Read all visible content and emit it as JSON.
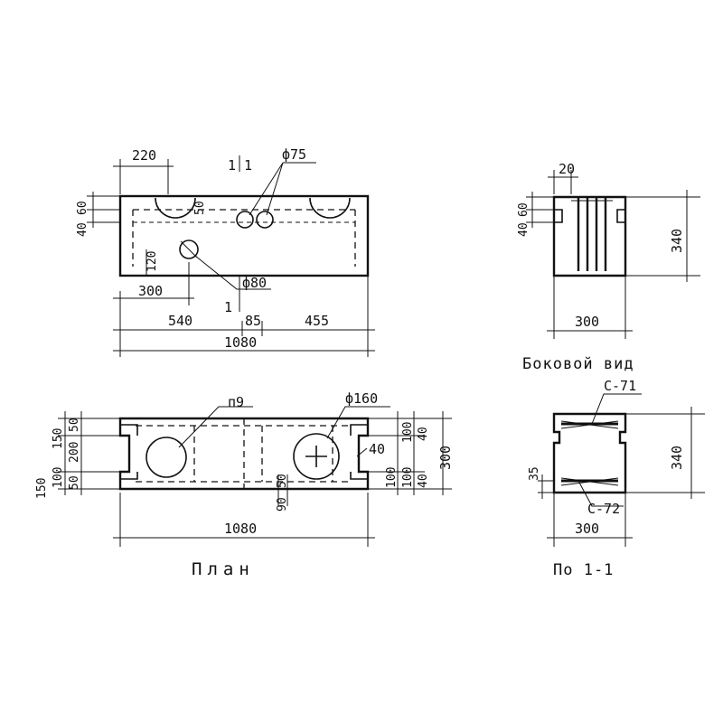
{
  "front_view": {
    "dim_220": "220",
    "section_mark_top": "1 1",
    "dia_75": "ф75",
    "dim_50": "50",
    "dim_40": "40",
    "dim_60": "60",
    "dim_120": "120",
    "dia_80": "ф80",
    "section_mark_bottom": "1",
    "dim_300": "300",
    "dim_540": "540",
    "dim_85": "85",
    "dim_455": "455",
    "dim_1080": "1080"
  },
  "side_view": {
    "dim_20": "20",
    "dim_40": "40",
    "dim_60": "60",
    "dim_340": "340",
    "dim_300": "300",
    "caption": "Боковой вид"
  },
  "plan_view": {
    "hole_label": "п9",
    "dia_160": "ф160",
    "dim_50_l": "50",
    "dim_150_l": "150",
    "dim_150_ll": "150",
    "dim_200_l": "200",
    "dim_100_l": "100",
    "dim_50_lb": "50",
    "dim_40": "40",
    "dim_100_r1": "100",
    "dim_40_r": "40",
    "dim_100_r2": "100",
    "dim_100_r3": "100",
    "dim_40_r2": "40",
    "dim_300": "300",
    "dim_50_b": "50",
    "dim_90_b": "90",
    "dim_1080": "1080",
    "caption": "План"
  },
  "section_view": {
    "bar_top": "С-71",
    "bar_bottom": "С-72",
    "dim_35": "35",
    "dim_340": "340",
    "dim_300": "300",
    "caption": "По 1-1"
  }
}
